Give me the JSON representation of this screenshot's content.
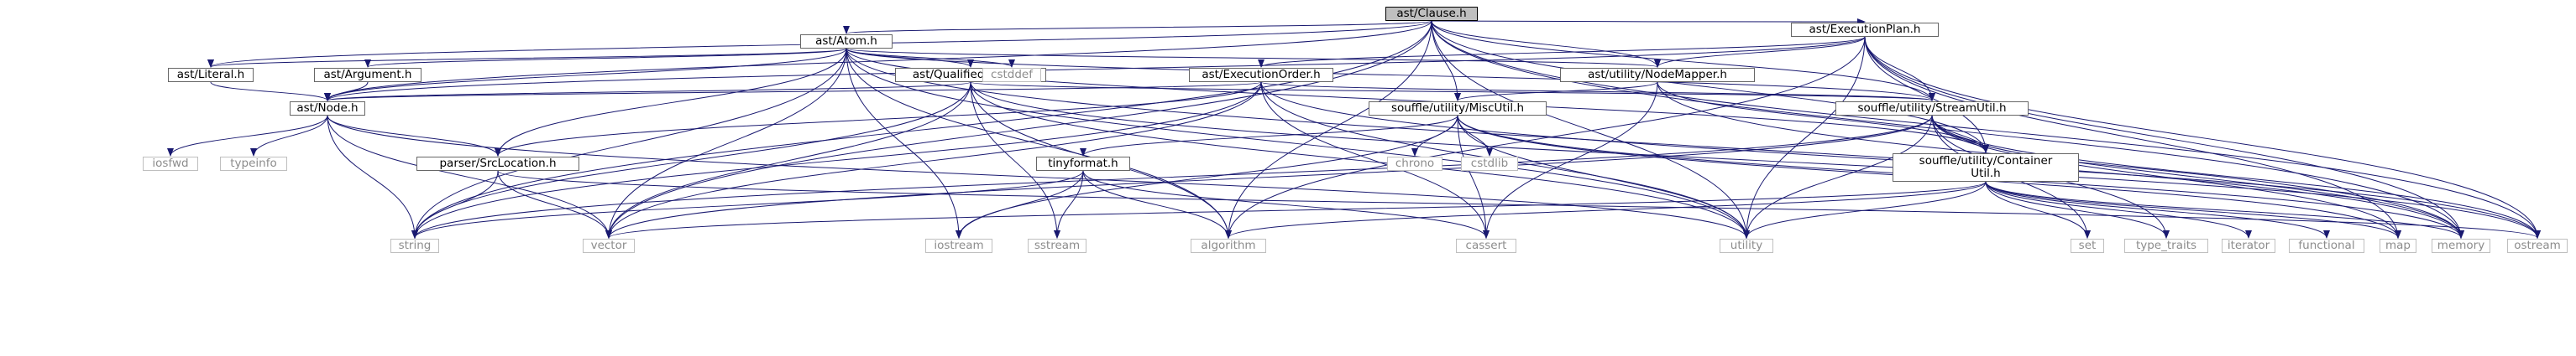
{
  "graph": {
    "edge_color": "#191970",
    "node_border_color": "#666666",
    "external_border_color": "#bfbfbf",
    "external_text_color": "#8c8c8c",
    "root_fill": "#bfbfbf",
    "nodes": [
      {
        "id": "clause",
        "label": "ast/Clause.h",
        "kind": "root"
      },
      {
        "id": "atom",
        "label": "ast/Atom.h",
        "kind": "link"
      },
      {
        "id": "execplan",
        "label": "ast/ExecutionPlan.h",
        "kind": "link"
      },
      {
        "id": "literal",
        "label": "ast/Literal.h",
        "kind": "link"
      },
      {
        "id": "argument",
        "label": "ast/Argument.h",
        "kind": "link"
      },
      {
        "id": "qualname",
        "label": "ast/QualifiedName.h",
        "kind": "link"
      },
      {
        "id": "execorder",
        "label": "ast/ExecutionOrder.h",
        "kind": "link"
      },
      {
        "id": "nodemapper",
        "label": "ast/utility/NodeMapper.h",
        "kind": "link"
      },
      {
        "id": "node",
        "label": "ast/Node.h",
        "kind": "link"
      },
      {
        "id": "miscutil",
        "label": "souffle/utility/MiscUtil.h",
        "kind": "link"
      },
      {
        "id": "streamutil",
        "label": "souffle/utility/StreamUtil.h",
        "kind": "link"
      },
      {
        "id": "srcloc",
        "label": "parser/SrcLocation.h",
        "kind": "link"
      },
      {
        "id": "tinyformat",
        "label": "tinyformat.h",
        "kind": "link"
      },
      {
        "id": "containerutil",
        "label": "souffle/utility/Container\nUtil.h",
        "kind": "link"
      },
      {
        "id": "cstddef",
        "label": "cstddef",
        "kind": "ext"
      },
      {
        "id": "iosfwd",
        "label": "iosfwd",
        "kind": "ext"
      },
      {
        "id": "typeinfo",
        "label": "typeinfo",
        "kind": "ext"
      },
      {
        "id": "chrono",
        "label": "chrono",
        "kind": "ext"
      },
      {
        "id": "cstdlib",
        "label": "cstdlib",
        "kind": "ext"
      },
      {
        "id": "string",
        "label": "string",
        "kind": "ext"
      },
      {
        "id": "vector",
        "label": "vector",
        "kind": "ext"
      },
      {
        "id": "iostream",
        "label": "iostream",
        "kind": "ext"
      },
      {
        "id": "sstream",
        "label": "sstream",
        "kind": "ext"
      },
      {
        "id": "algorithm",
        "label": "algorithm",
        "kind": "ext"
      },
      {
        "id": "cassert",
        "label": "cassert",
        "kind": "ext"
      },
      {
        "id": "utility",
        "label": "utility",
        "kind": "ext"
      },
      {
        "id": "set",
        "label": "set",
        "kind": "ext"
      },
      {
        "id": "type_traits",
        "label": "type_traits",
        "kind": "ext"
      },
      {
        "id": "iterator",
        "label": "iterator",
        "kind": "ext"
      },
      {
        "id": "functional",
        "label": "functional",
        "kind": "ext"
      },
      {
        "id": "map",
        "label": "map",
        "kind": "ext"
      },
      {
        "id": "memory",
        "label": "memory",
        "kind": "ext"
      },
      {
        "id": "ostream",
        "label": "ostream",
        "kind": "ext"
      }
    ],
    "edges": [
      [
        "clause",
        "atom"
      ],
      [
        "clause",
        "execplan"
      ],
      [
        "clause",
        "literal"
      ],
      [
        "clause",
        "node"
      ],
      [
        "clause",
        "nodemapper"
      ],
      [
        "clause",
        "miscutil"
      ],
      [
        "clause",
        "streamutil"
      ],
      [
        "clause",
        "containerutil"
      ],
      [
        "clause",
        "string"
      ],
      [
        "clause",
        "vector"
      ],
      [
        "clause",
        "algorithm"
      ],
      [
        "clause",
        "utility"
      ],
      [
        "clause",
        "memory"
      ],
      [
        "clause",
        "ostream"
      ],
      [
        "atom",
        "literal"
      ],
      [
        "atom",
        "argument"
      ],
      [
        "atom",
        "qualname"
      ],
      [
        "atom",
        "node"
      ],
      [
        "atom",
        "nodemapper"
      ],
      [
        "atom",
        "srcloc"
      ],
      [
        "atom",
        "streamutil"
      ],
      [
        "atom",
        "containerutil"
      ],
      [
        "atom",
        "cstddef"
      ],
      [
        "atom",
        "string"
      ],
      [
        "atom",
        "vector"
      ],
      [
        "atom",
        "iostream"
      ],
      [
        "atom",
        "algorithm"
      ],
      [
        "atom",
        "utility"
      ],
      [
        "atom",
        "memory"
      ],
      [
        "execplan",
        "execorder"
      ],
      [
        "execplan",
        "node"
      ],
      [
        "execplan",
        "nodemapper"
      ],
      [
        "execplan",
        "streamutil"
      ],
      [
        "execplan",
        "containerutil"
      ],
      [
        "execplan",
        "algorithm"
      ],
      [
        "execplan",
        "utility"
      ],
      [
        "execplan",
        "map"
      ],
      [
        "execplan",
        "memory"
      ],
      [
        "execplan",
        "ostream"
      ],
      [
        "literal",
        "node"
      ],
      [
        "argument",
        "node"
      ],
      [
        "qualname",
        "node"
      ],
      [
        "qualname",
        "streamutil"
      ],
      [
        "qualname",
        "string"
      ],
      [
        "qualname",
        "sstream"
      ],
      [
        "qualname",
        "algorithm"
      ],
      [
        "qualname",
        "utility"
      ],
      [
        "qualname",
        "vector"
      ],
      [
        "qualname",
        "ostream"
      ],
      [
        "execorder",
        "node"
      ],
      [
        "execorder",
        "srcloc"
      ],
      [
        "execorder",
        "streamutil"
      ],
      [
        "execorder",
        "vector"
      ],
      [
        "execorder",
        "string"
      ],
      [
        "execorder",
        "utility"
      ],
      [
        "execorder",
        "ostream"
      ],
      [
        "execorder",
        "cassert"
      ],
      [
        "nodemapper",
        "miscutil"
      ],
      [
        "nodemapper",
        "containerutil"
      ],
      [
        "nodemapper",
        "memory"
      ],
      [
        "nodemapper",
        "cassert"
      ],
      [
        "node",
        "srcloc"
      ],
      [
        "node",
        "iosfwd"
      ],
      [
        "node",
        "typeinfo"
      ],
      [
        "node",
        "string"
      ],
      [
        "node",
        "vector"
      ],
      [
        "node",
        "utility"
      ],
      [
        "miscutil",
        "tinyformat"
      ],
      [
        "miscutil",
        "chrono"
      ],
      [
        "miscutil",
        "cstdlib"
      ],
      [
        "miscutil",
        "iostream"
      ],
      [
        "miscutil",
        "cassert"
      ],
      [
        "miscutil",
        "utility"
      ],
      [
        "miscutil",
        "map"
      ],
      [
        "miscutil",
        "memory"
      ],
      [
        "streamutil",
        "containerutil"
      ],
      [
        "streamutil",
        "map"
      ],
      [
        "streamutil",
        "memory"
      ],
      [
        "streamutil",
        "ostream"
      ],
      [
        "streamutil",
        "set"
      ],
      [
        "streamutil",
        "type_traits"
      ],
      [
        "streamutil",
        "string"
      ],
      [
        "streamutil",
        "utility"
      ],
      [
        "streamutil",
        "vector"
      ],
      [
        "srcloc",
        "string"
      ],
      [
        "srcloc",
        "vector"
      ],
      [
        "srcloc",
        "ostream"
      ],
      [
        "tinyformat",
        "algorithm"
      ],
      [
        "tinyformat",
        "cassert"
      ],
      [
        "tinyformat",
        "iostream"
      ],
      [
        "tinyformat",
        "sstream"
      ],
      [
        "tinyformat",
        "string"
      ],
      [
        "containerutil",
        "algorithm"
      ],
      [
        "containerutil",
        "functional"
      ],
      [
        "containerutil",
        "iterator"
      ],
      [
        "containerutil",
        "map"
      ],
      [
        "containerutil",
        "memory"
      ],
      [
        "containerutil",
        "set"
      ],
      [
        "containerutil",
        "type_traits"
      ],
      [
        "containerutil",
        "utility"
      ],
      [
        "containerutil",
        "vector"
      ]
    ]
  }
}
